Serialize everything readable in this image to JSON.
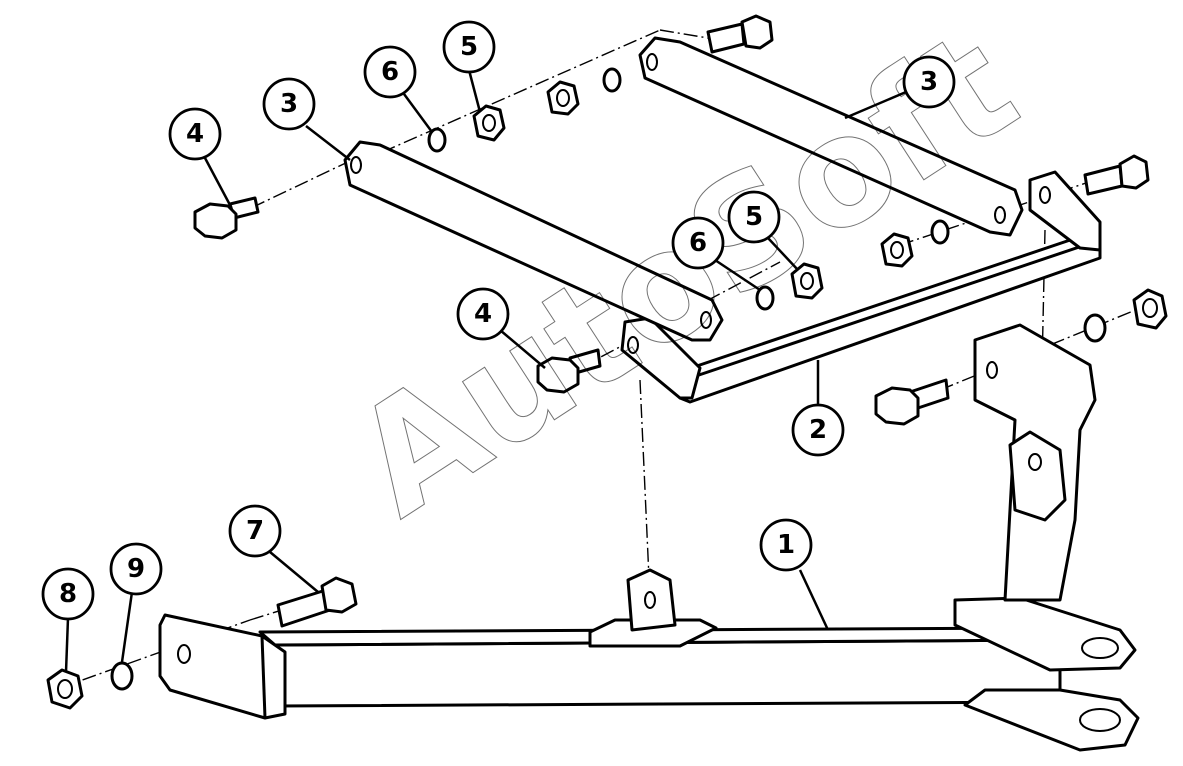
{
  "watermark": {
    "text": "AutoSoft"
  },
  "parts": [
    {
      "id": "callout-1",
      "label": "1"
    },
    {
      "id": "callout-2",
      "label": "2"
    },
    {
      "id": "callout-3-left",
      "label": "3"
    },
    {
      "id": "callout-3-right",
      "label": "3"
    },
    {
      "id": "callout-4-left",
      "label": "4"
    },
    {
      "id": "callout-4-center",
      "label": "4"
    },
    {
      "id": "callout-5-top",
      "label": "5"
    },
    {
      "id": "callout-5-center",
      "label": "5"
    },
    {
      "id": "callout-6-top",
      "label": "6"
    },
    {
      "id": "callout-6-center",
      "label": "6"
    },
    {
      "id": "callout-7",
      "label": "7"
    },
    {
      "id": "callout-8",
      "label": "8"
    },
    {
      "id": "callout-9",
      "label": "9"
    }
  ]
}
